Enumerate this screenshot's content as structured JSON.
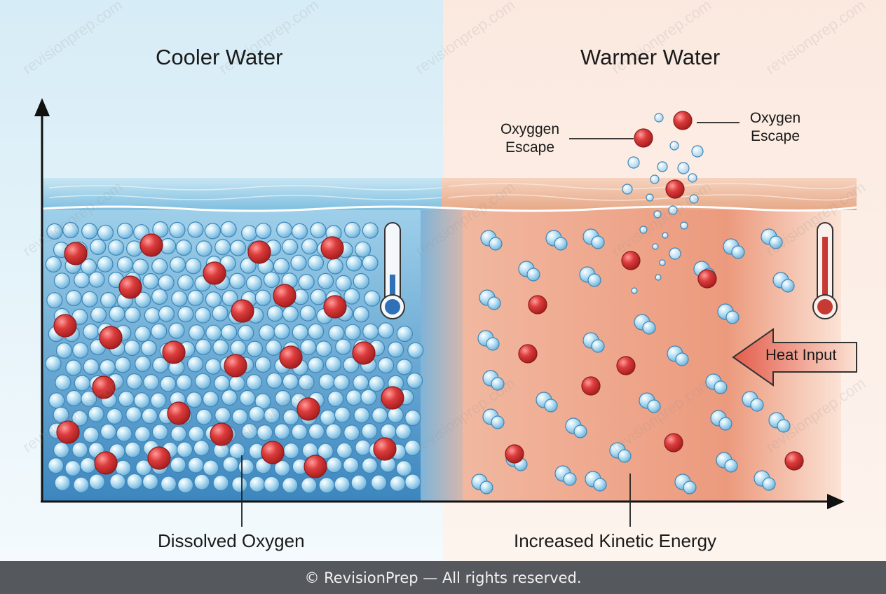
{
  "titles": {
    "left": "Cooler Water",
    "right": "Warmer Water"
  },
  "labels": {
    "dissolved_oxygen": "Dissolved Oxygen",
    "kinetic_energy": "Increased Kinetic Energy",
    "escape_left": [
      "Oxyggen",
      "Escape"
    ],
    "escape_right": [
      "Oxygen",
      "Escape"
    ],
    "heat_input": "Heat Input"
  },
  "watermark": "revisionprep.com",
  "footer": "© RevisionPrep — All rights reserved.",
  "colors": {
    "cool_water": "#4a93c9",
    "warm_water": "#e98a6e",
    "water_molecule": "#a9d8ef",
    "oxygen_molecule": "#d63a3a",
    "footer_bg": "#55585c"
  },
  "icons": {
    "cool": "thermometer-low-icon",
    "warm": "thermometer-high-icon",
    "heat": "arrow-left-icon"
  }
}
